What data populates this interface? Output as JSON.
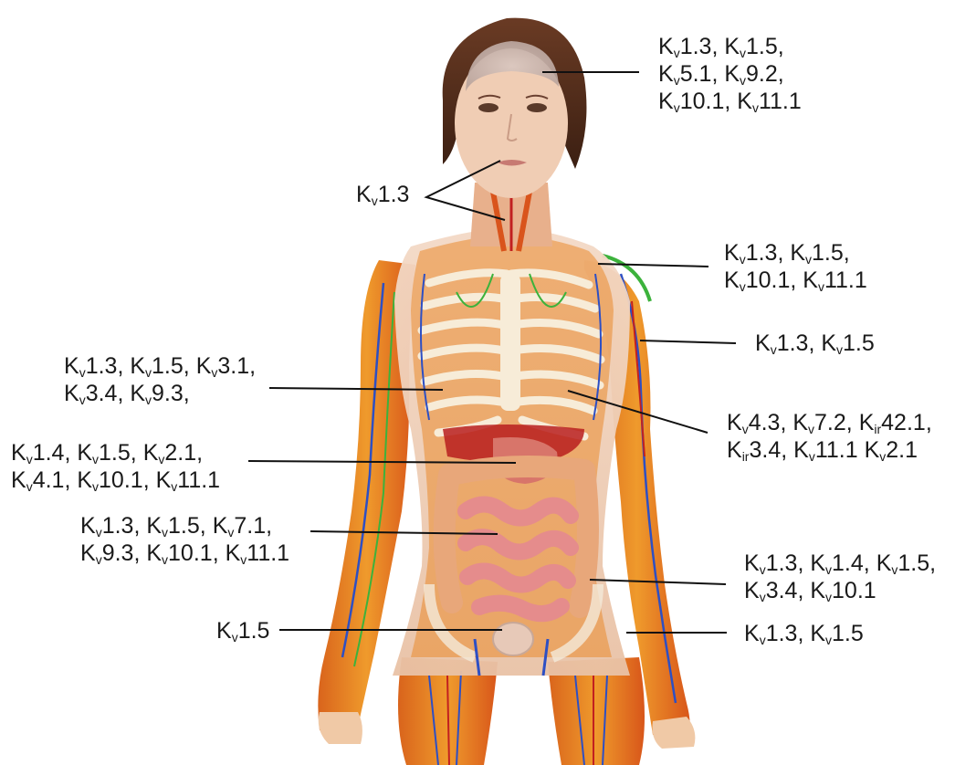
{
  "labels": [
    {
      "id": "brain",
      "lines": [
        [
          [
            "K",
            "v",
            "1.3, "
          ],
          [
            "K",
            "v",
            "1.5,"
          ]
        ],
        [
          [
            "K",
            "v",
            "5.1, "
          ],
          [
            "K",
            "v",
            "9.2,"
          ]
        ],
        [
          [
            "K",
            "v",
            "10.1, "
          ],
          [
            "K",
            "v",
            "11.1"
          ]
        ]
      ]
    },
    {
      "id": "neck",
      "lines": [
        [
          [
            "K",
            "v",
            "1.3"
          ]
        ]
      ]
    },
    {
      "id": "shoulder",
      "lines": [
        [
          [
            "K",
            "v",
            "1.3, "
          ],
          [
            "K",
            "v",
            "1.5,"
          ]
        ],
        [
          [
            "K",
            "v",
            "10.1, "
          ],
          [
            "K",
            "v",
            "11.1"
          ]
        ]
      ]
    },
    {
      "id": "arm",
      "lines": [
        [
          [
            "K",
            "v",
            "1.3, "
          ],
          [
            "K",
            "v",
            "1.5"
          ]
        ]
      ]
    },
    {
      "id": "heart",
      "lines": [
        [
          [
            "K",
            "v",
            "1.3, "
          ],
          [
            "K",
            "v",
            "1.5, "
          ],
          [
            "K",
            "v",
            "3.1,"
          ]
        ],
        [
          [
            "K",
            "v",
            "3.4, "
          ],
          [
            "K",
            "v",
            "9.3,"
          ]
        ]
      ]
    },
    {
      "id": "lung",
      "lines": [
        [
          [
            "K",
            "v",
            "4.3, "
          ],
          [
            "K",
            "v",
            "7.2, "
          ],
          [
            "K",
            "ir",
            "42.1,"
          ]
        ],
        [
          [
            "K",
            "ir",
            "3.4, "
          ],
          [
            "K",
            "v",
            "11.1 "
          ],
          [
            "K",
            "v",
            "2.1"
          ]
        ]
      ]
    },
    {
      "id": "stomach",
      "lines": [
        [
          [
            "K",
            "v",
            "1.4, "
          ],
          [
            "K",
            "v",
            "1.5, "
          ],
          [
            "K",
            "v",
            "2.1,"
          ]
        ],
        [
          [
            "K",
            "v",
            "4.1, "
          ],
          [
            "K",
            "v",
            "10.1, "
          ],
          [
            "K",
            "v",
            "11.1"
          ]
        ]
      ]
    },
    {
      "id": "intestine",
      "lines": [
        [
          [
            "K",
            "v",
            "1.3, "
          ],
          [
            "K",
            "v",
            "1.5, "
          ],
          [
            "K",
            "v",
            "7.1,"
          ]
        ],
        [
          [
            "K",
            "v",
            "9.3, "
          ],
          [
            "K",
            "v",
            "10.1, "
          ],
          [
            "K",
            "v",
            "11.1"
          ]
        ]
      ]
    },
    {
      "id": "hip",
      "lines": [
        [
          [
            "K",
            "v",
            "1.3, "
          ],
          [
            "K",
            "v",
            "1.4, "
          ],
          [
            "K",
            "v",
            "1.5,"
          ]
        ],
        [
          [
            "K",
            "v",
            "3.4, "
          ],
          [
            "K",
            "v",
            "10.1"
          ]
        ]
      ]
    },
    {
      "id": "bladder",
      "lines": [
        [
          [
            "K",
            "v",
            "1.5"
          ]
        ]
      ]
    },
    {
      "id": "thigh",
      "lines": [
        [
          [
            "K",
            "v",
            "1.3, "
          ],
          [
            "K",
            "v",
            "1.5"
          ]
        ]
      ]
    }
  ]
}
